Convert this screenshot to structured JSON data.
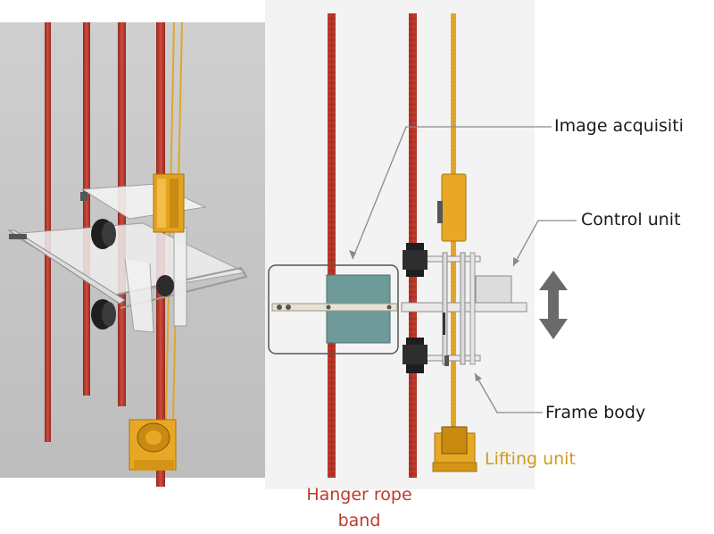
{
  "labels": {
    "image_acquisition": "Image acquisiti",
    "control_unit": "Control unit",
    "frame_body": "Frame body",
    "lifting_unit": "Lifting unit",
    "hanger_rope_line1": "Hanger rope",
    "hanger_rope_line2": "band"
  },
  "colors": {
    "rope_red": "#c0392b",
    "lifting_yellow": "#e8a825",
    "label_orange": "#d09a1c",
    "camera_teal": "#6e9a9a",
    "background_render": "#c9c9c9",
    "background_panel": "#f3f3f3"
  },
  "icons": {
    "motion_arrow": "double-headed-vertical-arrow-icon"
  }
}
